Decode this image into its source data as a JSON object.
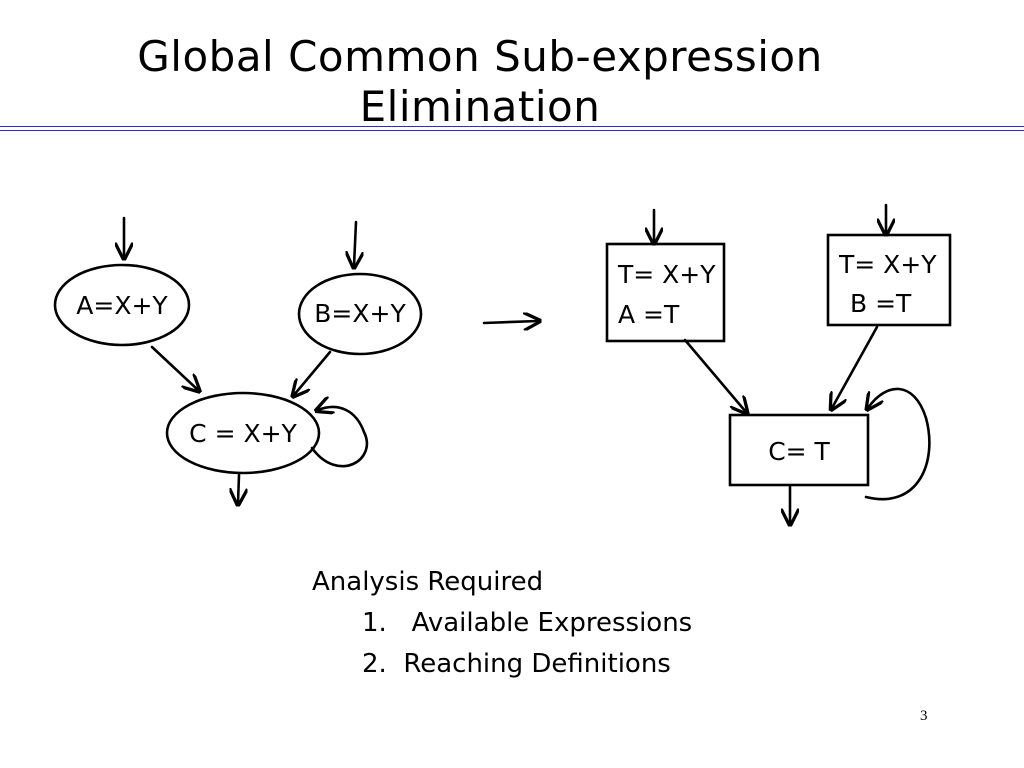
{
  "slide": {
    "title_line1": "Global Common Sub-expression",
    "title_line2": "Elimination",
    "page_number": "3"
  },
  "before_graph": {
    "node_a": "A=X+Y",
    "node_b": "B=X+Y",
    "node_c": "C = X+Y"
  },
  "after_graph": {
    "node_a_line1": "T= X+Y",
    "node_a_line2": "A =T",
    "node_b_line1": "T= X+Y",
    "node_b_line2": "B =T",
    "node_c": "C= T"
  },
  "analysis": {
    "heading": "Analysis Required",
    "items": [
      "1.   Available Expressions",
      "2.  Reaching Definitions"
    ]
  }
}
